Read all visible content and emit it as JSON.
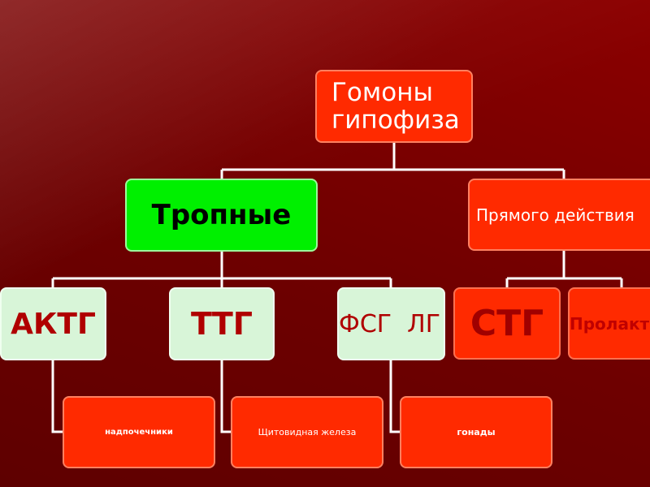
{
  "diagram": {
    "root": "Гомоны гипофиза",
    "tropnye": "Тропные",
    "direct": "Прямого действия",
    "aktg": "АКТГ",
    "ttg": "ТТГ",
    "fsg_lg": "ФСГ  ЛГ",
    "stg": "СТГ",
    "prolaktin": "Пролакти",
    "leaf_adrenal": "надпочечники",
    "leaf_thyroid": "Щитовидная железа",
    "leaf_gonads": "гонады"
  },
  "colors": {
    "background": "#7a0000",
    "red_node": "#ff2a00",
    "green_node": "#00f000",
    "mint_node": "#d8f5d8",
    "dark_red_text": "#b00000",
    "connector": "#ffffff"
  }
}
